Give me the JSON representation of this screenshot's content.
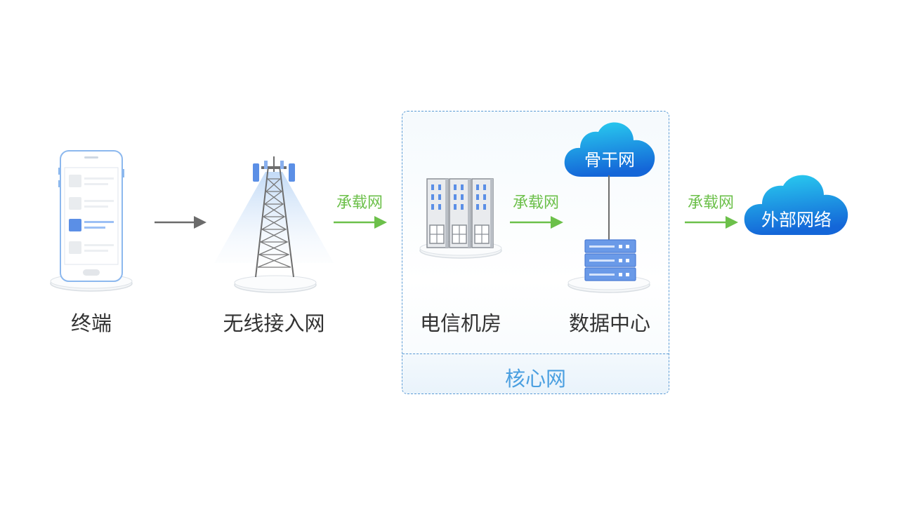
{
  "nodes": {
    "terminal": "终端",
    "wireless_access": "无线接入网",
    "telecom_room": "电信机房",
    "data_center": "数据中心"
  },
  "links": {
    "bearer_1": "承载网",
    "bearer_2": "承载网",
    "bearer_3": "承载网"
  },
  "core_network": {
    "label": "核心网"
  },
  "clouds": {
    "backbone": "骨干网",
    "external": "外部网络"
  },
  "colors": {
    "green_arrow": "#6cc04a",
    "gray_arrow": "#6b6b6b",
    "blue_accent": "#4a9fe0",
    "cloud_top": "#2ad0f0",
    "cloud_bottom": "#1466d8"
  },
  "icons": [
    "smartphone-icon",
    "cell-tower-icon",
    "server-building-icon",
    "server-rack-icon",
    "cloud-icon"
  ]
}
